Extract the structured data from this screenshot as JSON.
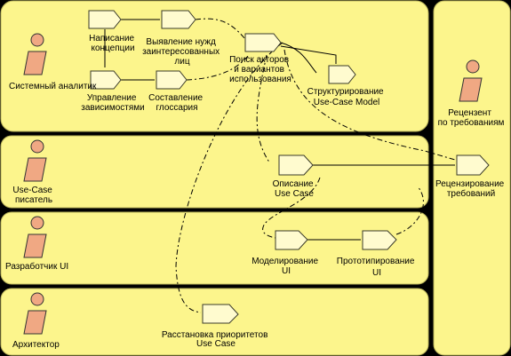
{
  "roles": {
    "system_analyst": "Системный аналитик",
    "usecase_writer": [
      "Use-Case",
      "писатель"
    ],
    "ui_developer": "Разработчик UI",
    "architect": "Архитектор",
    "requirements_reviewer": [
      "Рецензент",
      "по требованиям"
    ]
  },
  "activities": {
    "write_concept": [
      "Написание",
      "концепции"
    ],
    "identify_stakeholders": [
      "Выявление нужд",
      "заинтересованных",
      "лиц"
    ],
    "find_actors": [
      "Поиск акторов",
      "и вариантов",
      "использования"
    ],
    "manage_dependencies": [
      "Управление",
      "зависимостями"
    ],
    "glossary": [
      "Составление",
      "глоссария"
    ],
    "structure_model": [
      "Структурирование",
      "Use-Case Model"
    ],
    "describe_usecase": [
      "Описание",
      "Use Case"
    ],
    "review_requirements": [
      "Рецензирование",
      "требований"
    ],
    "model_ui": [
      "Моделирование",
      "UI"
    ],
    "prototype_ui": [
      "Прототипирование",
      "UI"
    ],
    "prioritize": [
      "Расстановка приоритетов",
      "Use Case"
    ]
  }
}
